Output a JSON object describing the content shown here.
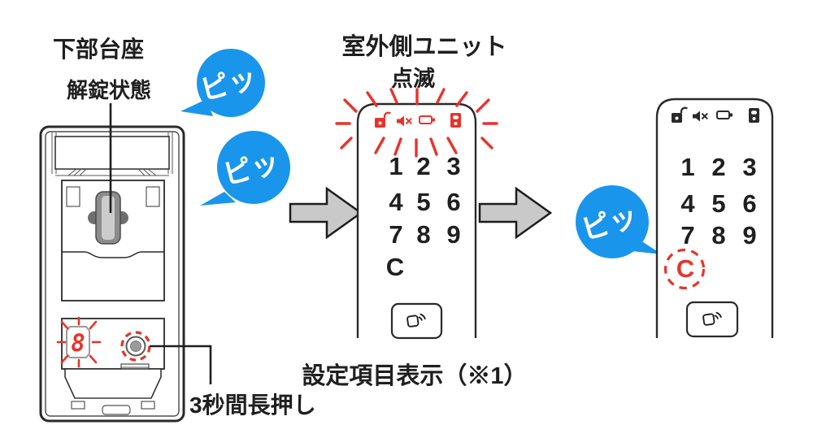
{
  "palette": {
    "red": "#e6342b",
    "blue": "#1996ec",
    "arrow_gray": "#c9c9c9",
    "ink": "#1f1f1f"
  },
  "left_unit": {
    "title": "下部台座",
    "state_label": "解錠状態",
    "display_value": "8",
    "hold_note": "3秒間長押し",
    "icons": [
      "seven-segment-display",
      "set-button"
    ]
  },
  "beeps": {
    "b1": "ピッ",
    "b2": "ピッ",
    "b3": "ピッ"
  },
  "outdoor_unit": {
    "title": "室外側ユニット",
    "blink_label": "点滅",
    "status_icons": [
      "unlock-icon",
      "mute-icon",
      "battery-icon",
      "lock-icon"
    ],
    "keys": [
      "1",
      "2",
      "3",
      "4",
      "5",
      "6",
      "7",
      "8",
      "9",
      "C"
    ],
    "nfc_icon": "nfc-card-icon"
  },
  "result_unit": {
    "status_icons": [
      "unlock-icon",
      "mute-icon",
      "battery-icon",
      "lock-icon"
    ],
    "keys": [
      "1",
      "2",
      "3",
      "4",
      "5",
      "6",
      "7",
      "8",
      "9",
      "C"
    ],
    "highlighted_key": "C",
    "highlight_color": "#e6342b",
    "nfc_icon": "nfc-card-icon"
  },
  "caption": "設定項目表示（※1）"
}
